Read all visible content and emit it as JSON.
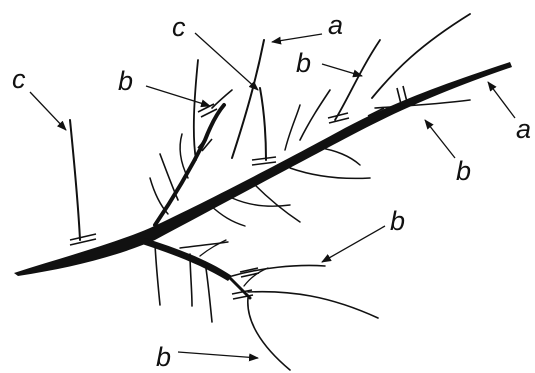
{
  "labels": {
    "label_a_top": "a",
    "label_a_right": "a",
    "label_b_1": "b",
    "label_b_2": "b",
    "label_b_3": "b",
    "label_b_4": "b",
    "label_b_5": "b",
    "label_c_left": "c",
    "label_c_top": "c"
  },
  "colors": {
    "ink": "#111111",
    "background": "#ffffff"
  }
}
